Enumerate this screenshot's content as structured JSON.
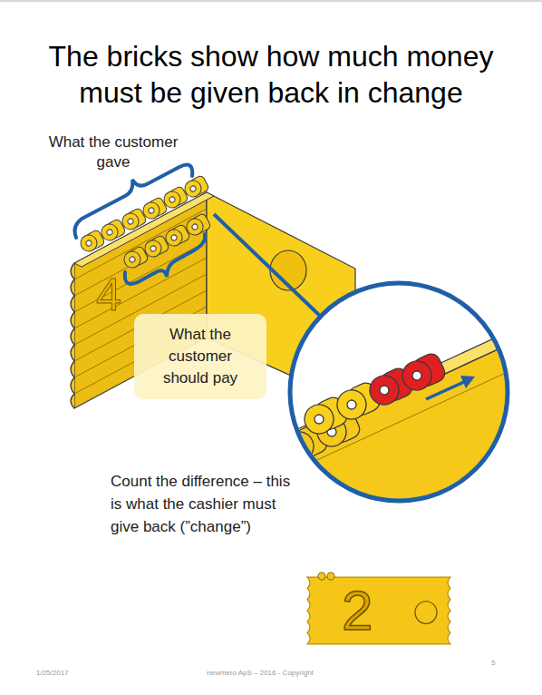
{
  "diagram": {
    "title": "The bricks show how much money must be given back in change",
    "nodes": [
      {
        "text": [
          "What the customer should pay"
        ]
      },
      {
        "text": [
          "2"
        ]
      }
    ],
    "labels": [
      "What the customer gave",
      "4",
      "Count the difference – this is what the cashier must give back (”change”)",
      "1/25/2017",
      "newmero ApS – 2016 - Copyright",
      "5"
    ]
  }
}
